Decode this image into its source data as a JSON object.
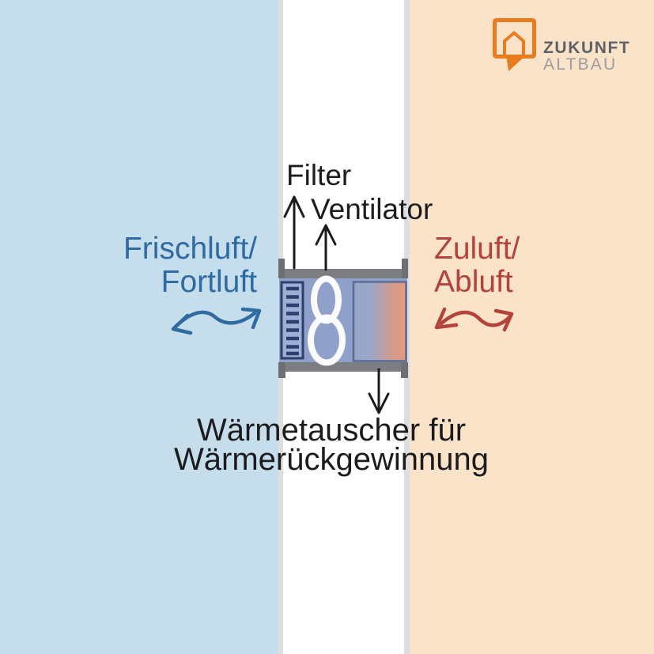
{
  "logo": {
    "line1": "ZUKUNFT",
    "line2": "ALTBAU",
    "icon": "house-speech-bubble-icon",
    "orange": "#E87C1E",
    "line1_color": "#5E6166",
    "line2_color": "#9A9CA0"
  },
  "labels": {
    "filter": "Filter",
    "ventilator": "Ventilator",
    "fresh_air_line1": "Frischluft/",
    "fresh_air_line2": "Fortluft",
    "supply_air_line1": "Zuluft/",
    "supply_air_line2": "Abluft",
    "heat_exchanger_line1": "Wärmetauscher für",
    "heat_exchanger_line2": "Wärmerückgewinnung"
  },
  "colors": {
    "band_left_blue": "#C6DDEB",
    "band_right_peach": "#FAE3C9",
    "wall_gray": "#DCDFE2",
    "fresh_air_blue": "#2E6BA3",
    "supply_air_red": "#B2423A",
    "text_black": "#1C1C1E",
    "device_frame_gray": "#7D7E82",
    "device_body_periwinkle": "#8FA0CB",
    "filter_navy": "#2C3F6F",
    "exchanger_cold": "#96A5CC",
    "exchanger_warm": "#E19B83",
    "fan_white": "#FBFBFD"
  }
}
